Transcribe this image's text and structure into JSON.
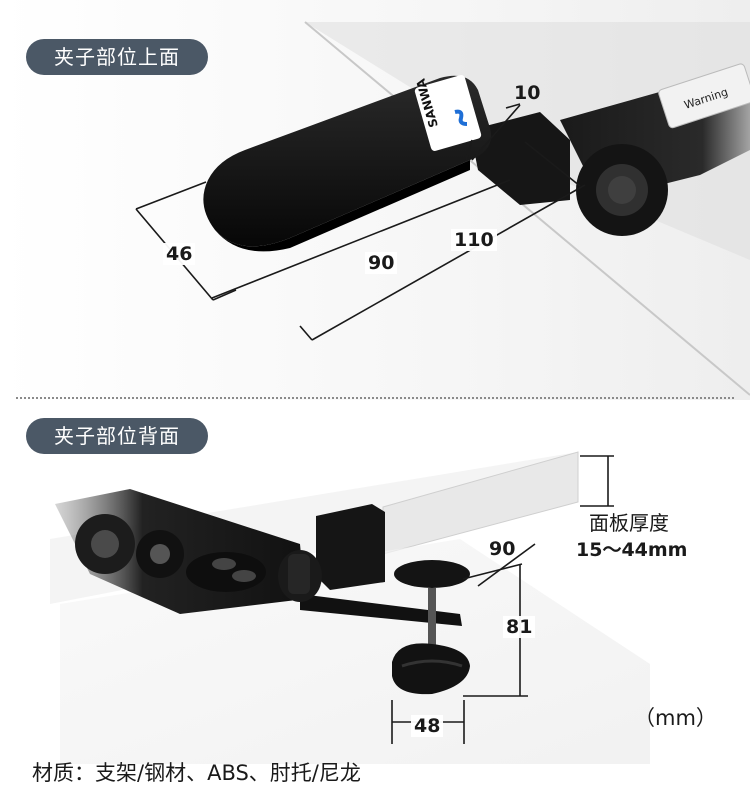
{
  "sections": {
    "top": {
      "label": "夹子部位上面"
    },
    "bottom": {
      "label": "夹子部位背面"
    }
  },
  "top_dimensions": {
    "thickness": "10",
    "length_outer": "110",
    "length_inner": "90",
    "width": "46"
  },
  "pad_branding": {
    "logo_text": "SANWA",
    "warning_text": "Warning"
  },
  "bottom_dimensions": {
    "clamp_depth": "90",
    "clamp_height": "81",
    "knob_diameter": "48"
  },
  "panel_thickness": {
    "title": "面板厚度",
    "value": "15～44mm"
  },
  "unit": "（mm）",
  "material": "材质：支架/钢材、ABS、肘托/尼龙",
  "colors": {
    "pill_bg": "#4b5866",
    "pill_text": "#ffffff",
    "product": "#111111"
  }
}
